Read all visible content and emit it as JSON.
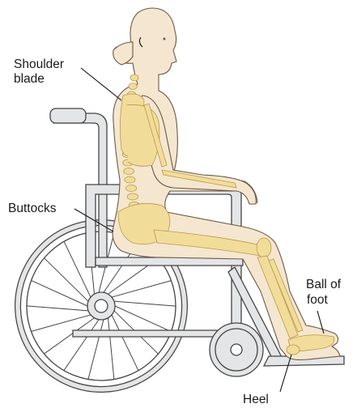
{
  "labels": {
    "shoulder_blade_line1": "Shoulder",
    "shoulder_blade_line2": "blade",
    "buttocks": "Buttocks",
    "ball_of_foot_line1": "Ball of",
    "ball_of_foot_line2": "foot",
    "heel": "Heel"
  },
  "colors": {
    "skin": "#f5e6cf",
    "bone": "#f2dc9a",
    "wheelchair": "#e4e5e6",
    "outline": "#444444"
  }
}
